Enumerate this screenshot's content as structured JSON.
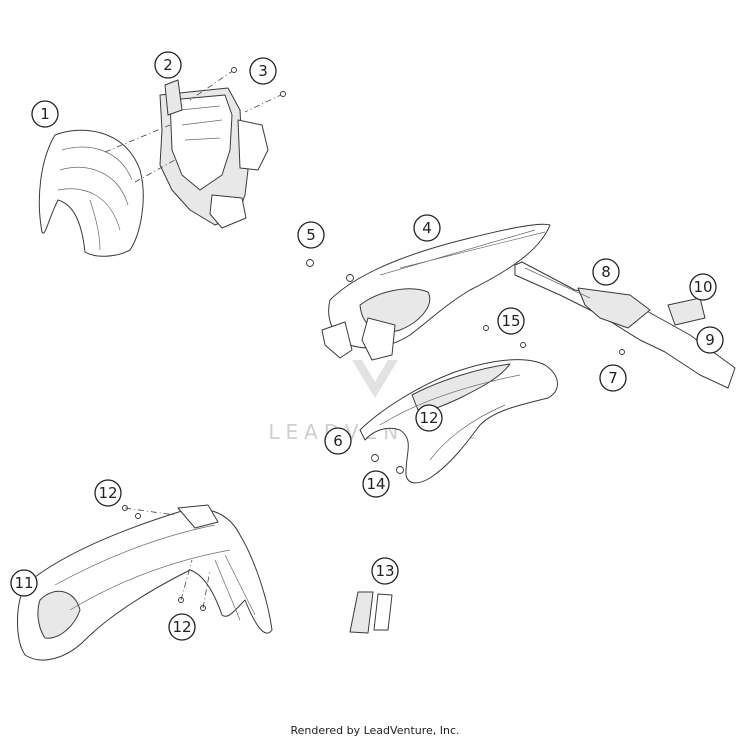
{
  "watermark": "LEADVENTURE",
  "footer": "Rendered by LeadVenture, Inc.",
  "callouts": [
    {
      "id": "1",
      "label": "1"
    },
    {
      "id": "2",
      "label": "2"
    },
    {
      "id": "3",
      "label": "3"
    },
    {
      "id": "4",
      "label": "4"
    },
    {
      "id": "5",
      "label": "5"
    },
    {
      "id": "6",
      "label": "6"
    },
    {
      "id": "7",
      "label": "7"
    },
    {
      "id": "8",
      "label": "8"
    },
    {
      "id": "9",
      "label": "9"
    },
    {
      "id": "10",
      "label": "10"
    },
    {
      "id": "11",
      "label": "11"
    },
    {
      "id": "12a",
      "label": "12"
    },
    {
      "id": "12b",
      "label": "12"
    },
    {
      "id": "12c",
      "label": "12"
    },
    {
      "id": "13",
      "label": "13"
    },
    {
      "id": "14",
      "label": "14"
    },
    {
      "id": "15",
      "label": "15"
    }
  ]
}
